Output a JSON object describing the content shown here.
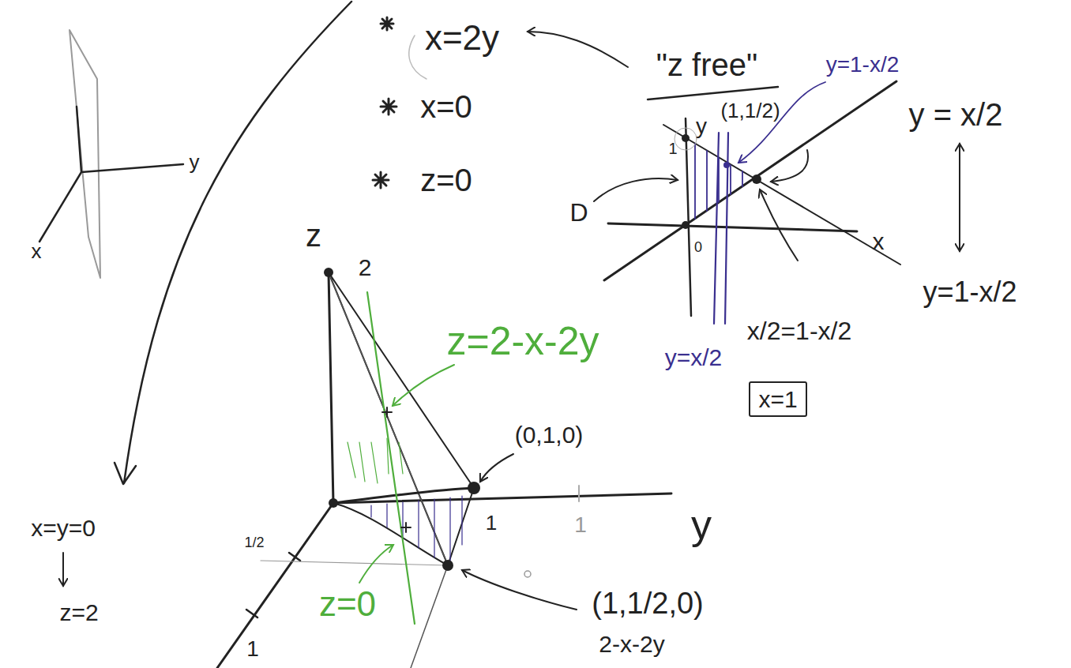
{
  "diagram": {
    "nodes": [
      {
        "text": [
          "x=1"
        ]
      }
    ],
    "labels": [
      "x=2y",
      "x=0",
      "z=0",
      "\"z free\"",
      "y=1-x/2",
      "y",
      "1",
      "(1,1/2)",
      "D",
      "0",
      "x",
      "y = x/2",
      "y=1-x/2",
      "x/2=1-x/2",
      "y=x/2",
      "z",
      "2",
      "z=2-x-2y",
      "(0,1,0)",
      "y",
      "1",
      "1",
      "1/2",
      "1",
      "z=0",
      "(1,1/2,0)",
      "2-x-2y",
      "x=y=0",
      "z=2",
      "y",
      "x"
    ]
  }
}
